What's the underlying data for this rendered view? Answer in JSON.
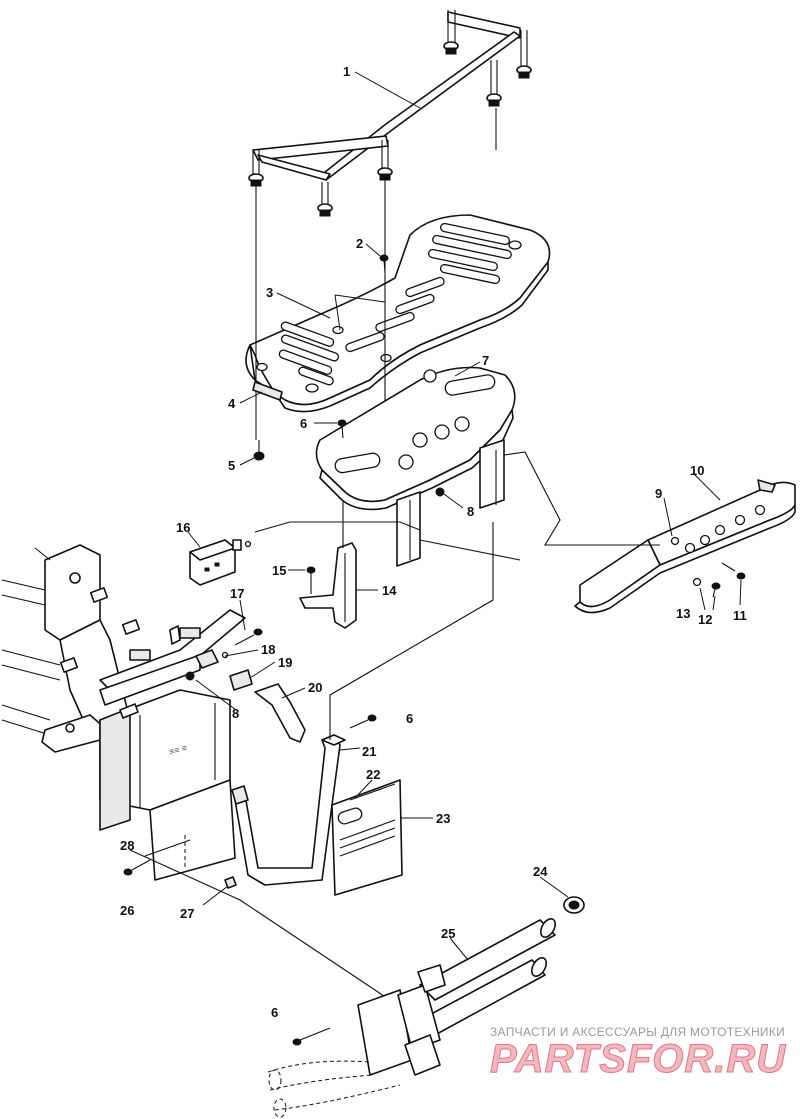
{
  "callouts": [
    "1",
    "2",
    "3",
    "4",
    "5",
    "6",
    "7",
    "8",
    "9",
    "10",
    "11",
    "12",
    "13",
    "14",
    "15",
    "16",
    "17",
    "18",
    "19",
    "20",
    "21",
    "22",
    "23",
    "24",
    "25",
    "26",
    "27",
    "28"
  ],
  "watermark": {
    "subtitle": "ЗАПЧАСТИ И АКСЕССУАРЫ ДЛЯ МОТОТЕХНИКИ",
    "brand": "PARTSFOR.RU",
    "color": "#e07888"
  }
}
